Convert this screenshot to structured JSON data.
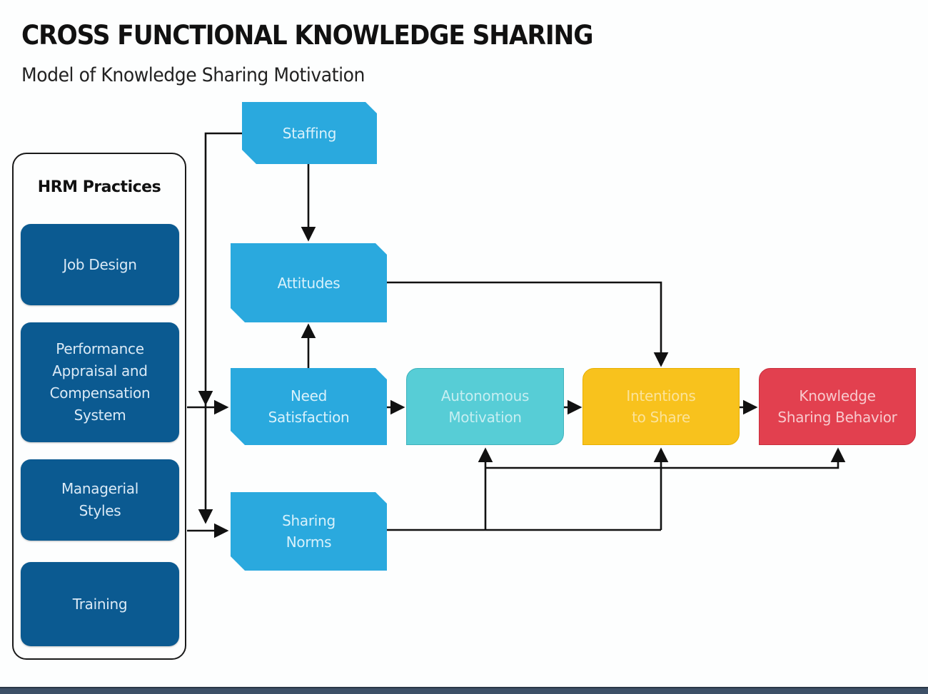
{
  "header": {
    "title": "CROSS FUNCTIONAL KNOWLEDGE SHARING",
    "subtitle": "Model of Knowledge Sharing Motivation"
  },
  "hrm": {
    "title": "HRM Practices",
    "items": [
      {
        "label": "Job Design"
      },
      {
        "label": "Performance\nAppraisal and\nCompensation\nSystem"
      },
      {
        "label": "Managerial\nStyles"
      },
      {
        "label": "Training"
      }
    ]
  },
  "nodes": {
    "staffing": "Staffing",
    "attitudes": "Attitudes",
    "need_satisfaction": "Need\nSatisfaction",
    "sharing_norms": "Sharing\nNorms",
    "autonomous_motivation": "Autonomous\nMotivation",
    "intentions_to_share": "Intentions\nto Share",
    "knowledge_sharing_behavior": "Knowledge\nSharing Behavior"
  },
  "colors": {
    "hrm_item": "#0b5a91",
    "process_blue": "#2aa9de",
    "autonomous_teal": "#57cdd6",
    "intentions_yellow": "#f8c21d",
    "behavior_red": "#e2404f",
    "connector": "#111111"
  },
  "connections": [
    {
      "from": "staffing",
      "to": "attitudes"
    },
    {
      "from": "staffing",
      "to": "need_satisfaction"
    },
    {
      "from": "staffing",
      "to": "sharing_norms"
    },
    {
      "from": "hrm_practices",
      "to": "need_satisfaction"
    },
    {
      "from": "hrm_practices",
      "to": "sharing_norms"
    },
    {
      "from": "need_satisfaction",
      "to": "attitudes"
    },
    {
      "from": "need_satisfaction",
      "to": "autonomous_motivation"
    },
    {
      "from": "attitudes",
      "to": "intentions_to_share"
    },
    {
      "from": "autonomous_motivation",
      "to": "intentions_to_share"
    },
    {
      "from": "intentions_to_share",
      "to": "knowledge_sharing_behavior"
    },
    {
      "from": "sharing_norms",
      "to": "autonomous_motivation"
    },
    {
      "from": "sharing_norms",
      "to": "intentions_to_share"
    },
    {
      "from": "sharing_norms",
      "to": "knowledge_sharing_behavior"
    }
  ]
}
